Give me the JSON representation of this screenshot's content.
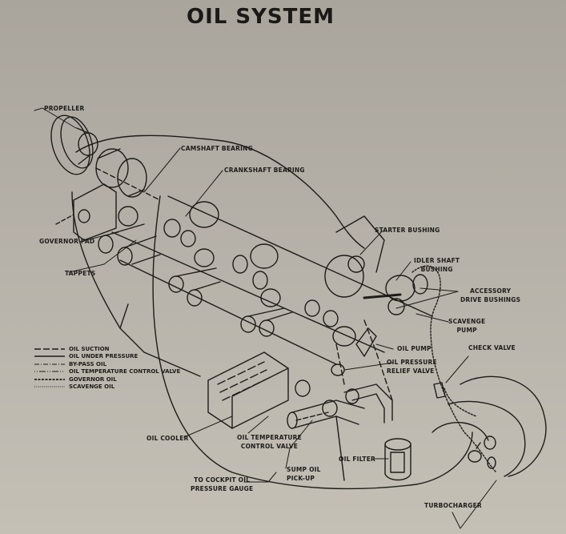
{
  "title": "OIL SYSTEM",
  "labels": {
    "propeller": "PROPELLER",
    "camshaft_bearing": "CAMSHAFT BEARING",
    "crankshaft_bearing": "CRANKSHAFT BEARING",
    "governor_pad": "GOVERNOR PAD",
    "tappets": "TAPPETS",
    "starter_bushing": "STARTER BUSHING",
    "idler_shaft_bushing": "IDLER SHAFT\nBUSHING",
    "accessory_drive_bushings": "ACCESSORY\nDRIVE BUSHINGS",
    "scavenge_pump": "SCAVENGE\nPUMP",
    "oil_pump": "OIL PUMP",
    "oil_pressure_relief_valve": "OIL PRESSURE\nRELIEF VALVE",
    "check_valve": "CHECK VALVE",
    "oil_cooler": "OIL COOLER",
    "oil_temperature_control_valve": "OIL TEMPERATURE\nCONTROL VALVE",
    "sump_oil_pickup": "SUMP OIL\nPICK-UP",
    "to_cockpit_gauge": "TO COCKPIT OIL\nPRESSURE GAUGE",
    "oil_filter": "OIL FILTER",
    "turbocharger": "TURBOCHARGER"
  },
  "legend": [
    {
      "style": "long-dash",
      "label": "OIL SUCTION"
    },
    {
      "style": "solid",
      "label": "OIL UNDER PRESSURE"
    },
    {
      "style": "dash-dot",
      "label": "BY-PASS OIL"
    },
    {
      "style": "dot-dash-long",
      "label": "OIL TEMPERATURE CONTROL VALVE"
    },
    {
      "style": "short-dash",
      "label": "GOVERNOR OIL"
    },
    {
      "style": "dotted",
      "label": "SCAVENGE OIL"
    }
  ]
}
